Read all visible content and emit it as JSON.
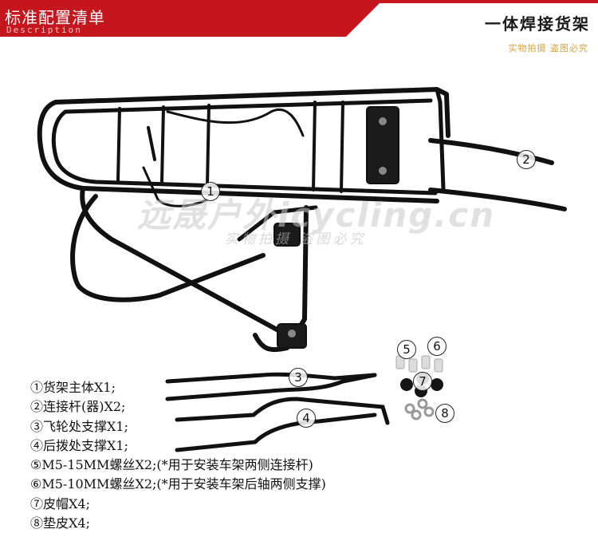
{
  "header": {
    "title_cn": "标准配置清单",
    "title_en": "Description",
    "title_right": "一体焊接货架",
    "subtitle_right": "实物拍摄  盗图必究"
  },
  "watermark": {
    "brand": "远晟户外",
    "url": "icycling.cn",
    "note": "实物拍摄 盗图必究"
  },
  "callouts": {
    "c1": "1",
    "c2": "2",
    "c3": "3",
    "c4": "4",
    "c5": "5",
    "c6": "6",
    "c7": "7",
    "c8": "8"
  },
  "parts_list": [
    "①货架主体X1;",
    "②连接杆(器)X2;",
    "③飞轮处支撑X1;",
    "④后拨处支撑X1;",
    "⑤M5-15MM螺丝X2;(*用于安装车架两侧连接杆)",
    "⑥M5-10MM螺丝X2;(*用于安装车架后轴两侧支撑)",
    "⑦皮帽X4;",
    "⑧垫皮X4;"
  ],
  "colors": {
    "header_red": "#c4161c",
    "rack_black": "#111111"
  }
}
